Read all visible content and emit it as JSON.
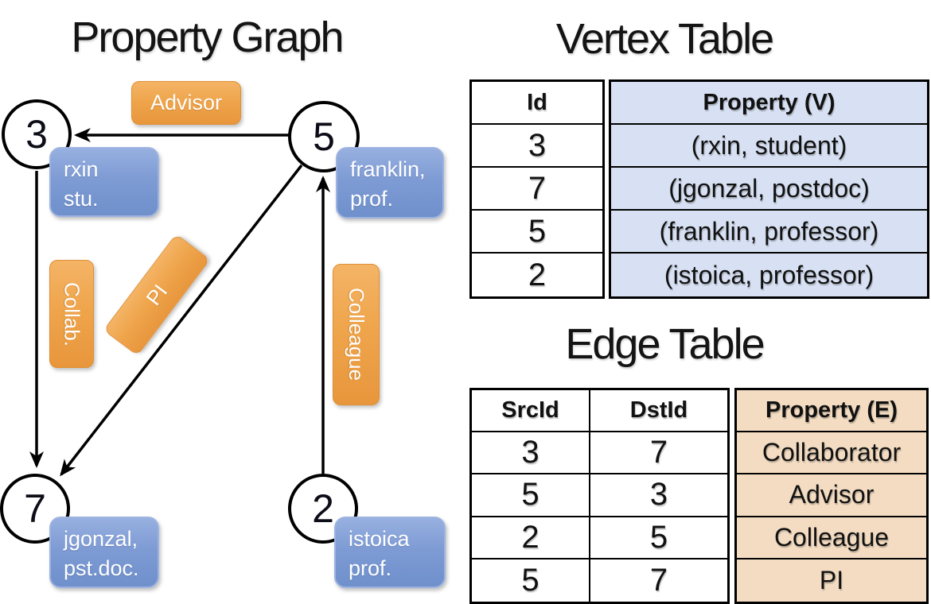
{
  "diagram": {
    "title": "Property Graph",
    "nodes": [
      {
        "id": "3",
        "label_line1": "rxin",
        "label_line2": "stu."
      },
      {
        "id": "5",
        "label_line1": "franklin,",
        "label_line2": "prof."
      },
      {
        "id": "7",
        "label_line1": "jgonzal,",
        "label_line2": "pst.doc."
      },
      {
        "id": "2",
        "label_line1": "istoica",
        "label_line2": "prof."
      }
    ],
    "edge_labels": {
      "advisor": "Advisor",
      "collab": "Collab.",
      "pi": "PI",
      "colleague": "Colleague"
    }
  },
  "vertex_table": {
    "title": "Vertex Table",
    "columns": {
      "id": "Id",
      "property": "Property (V)"
    },
    "rows": [
      {
        "id": "3",
        "property": "(rxin, student)"
      },
      {
        "id": "7",
        "property": "(jgonzal, postdoc)"
      },
      {
        "id": "5",
        "property": "(franklin, professor)"
      },
      {
        "id": "2",
        "property": "(istoica, professor)"
      }
    ]
  },
  "edge_table": {
    "title": "Edge Table",
    "columns": {
      "src": "SrcId",
      "dst": "DstId",
      "property": "Property (E)"
    },
    "rows": [
      {
        "src": "3",
        "dst": "7",
        "property": "Collaborator"
      },
      {
        "src": "5",
        "dst": "3",
        "property": "Advisor"
      },
      {
        "src": "2",
        "dst": "5",
        "property": "Colleague"
      },
      {
        "src": "5",
        "dst": "7",
        "property": "PI"
      }
    ]
  },
  "colors": {
    "vertex_property_fill": "#d8e1f3",
    "edge_property_fill": "#f3dcc2",
    "node_label_blue": "#7e9bd4",
    "edge_label_orange": "#efa54c",
    "line_color": "#000000"
  }
}
